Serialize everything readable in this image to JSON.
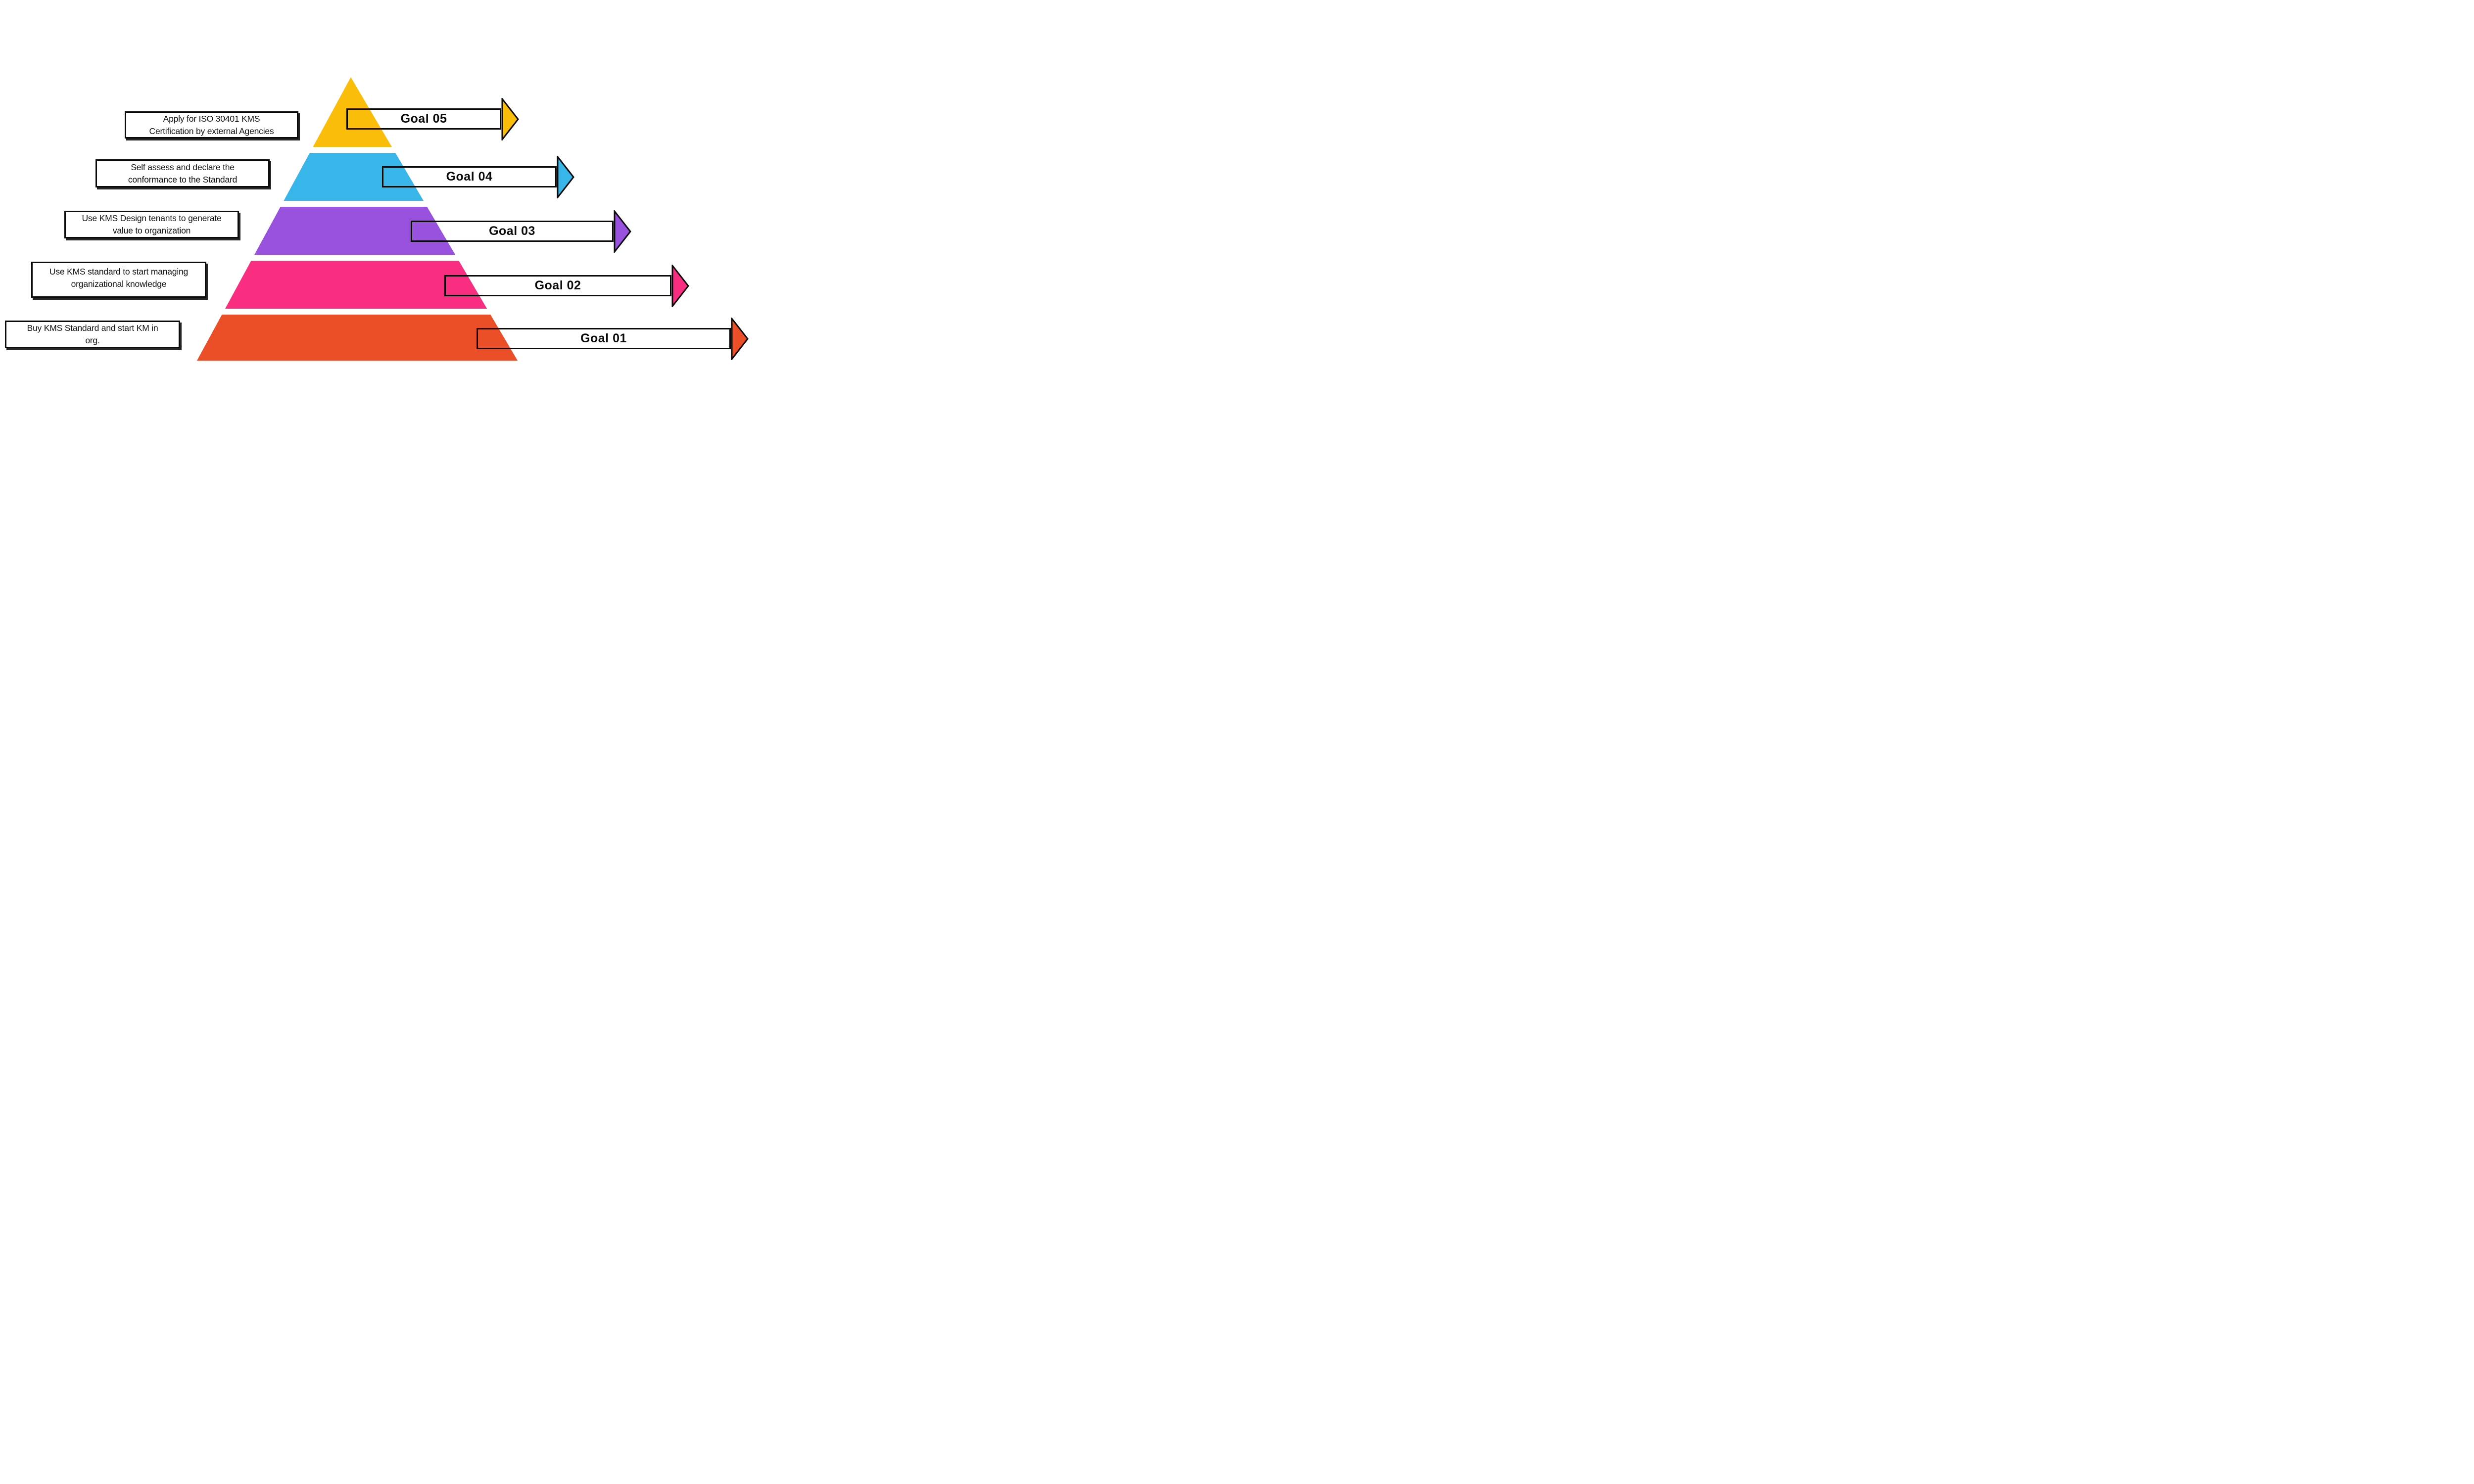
{
  "diagram": {
    "type": "pyramid-goals",
    "levels": [
      {
        "goal": "Goal 01",
        "color": "#EA4F27",
        "description": "Buy KMS Standard and start KM in org.",
        "line1": "Buy KMS Standard and start KM in",
        "line2": "org."
      },
      {
        "goal": "Goal 02",
        "color": "#FA2E81",
        "description": "Use KMS standard to start managing organizational knowledge",
        "line1": "Use KMS standard to start managing",
        "line2": "organizational knowledge"
      },
      {
        "goal": "Goal 03",
        "color": "#9852DD",
        "description": "Use KMS Design tenants to generate value to organization",
        "line1": "Use KMS Design tenants to generate",
        "line2": "value to organization"
      },
      {
        "goal": "Goal 04",
        "color": "#38B5E9",
        "description": "Self assess and declare the conformance to the Standard",
        "line1": "Self assess and declare the",
        "line2": "conformance to the Standard"
      },
      {
        "goal": "Goal 05",
        "color": "#FABD0A",
        "description": "Apply for ISO 30401 KMS Certification by external Agencies",
        "line1": "Apply for ISO 30401 KMS",
        "line2": "Certification by external Agencies"
      }
    ]
  }
}
